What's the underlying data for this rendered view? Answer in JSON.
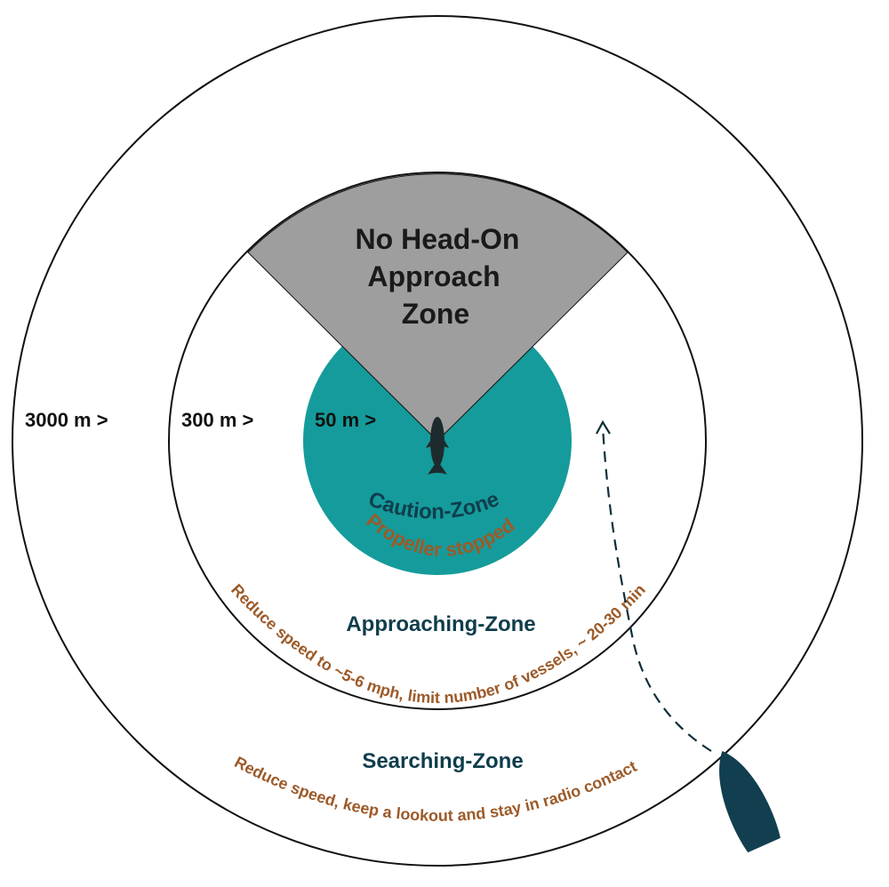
{
  "colors": {
    "outline": "#111111",
    "caution_fill": "#159b9b",
    "headon_fill": "#9e9e9e",
    "title_teal": "#0f3d4c",
    "note_brown": "#9c5a28",
    "whale": "#1e2b2e",
    "boat": "#123f4f"
  },
  "icons": {
    "whale": "whale-icon",
    "boat": "boat-icon",
    "path_arrow": "arrow-up-icon"
  },
  "labels": {
    "distance_3000": "3000 m >",
    "distance_300": "300 m >",
    "distance_50": "50 m >"
  },
  "zones": {
    "headon": {
      "line1": "No Head-On",
      "line2": "Approach",
      "line3": "Zone"
    },
    "caution": {
      "title": "Caution-Zone",
      "note": "Propeller stopped"
    },
    "approaching": {
      "title": "Approaching-Zone",
      "note": "Reduce speed to ~5-6 mph, limit number of vessels, ~ 20-30 min"
    },
    "searching": {
      "title": "Searching-Zone",
      "note": "Reduce speed, keep a lookout and stay in radio contact"
    }
  }
}
